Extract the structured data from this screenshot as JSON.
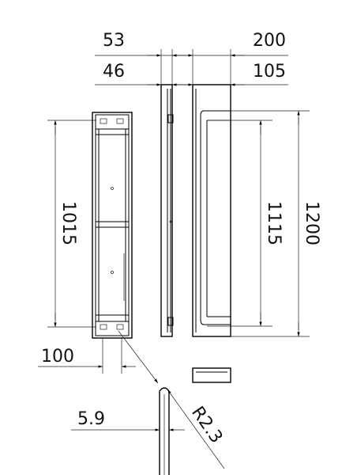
{
  "dimensions": {
    "top_left_upper": "53",
    "top_left_lower": "46",
    "top_right_upper": "200",
    "top_right_lower": "105",
    "left_height": "1015",
    "right_inner_height": "1115",
    "right_outer_height": "1200",
    "bottom_width": "100",
    "detail_width": "5.9",
    "detail_radius": "R2.3"
  },
  "colors": {
    "line": "#000000",
    "background": "#ffffff"
  }
}
